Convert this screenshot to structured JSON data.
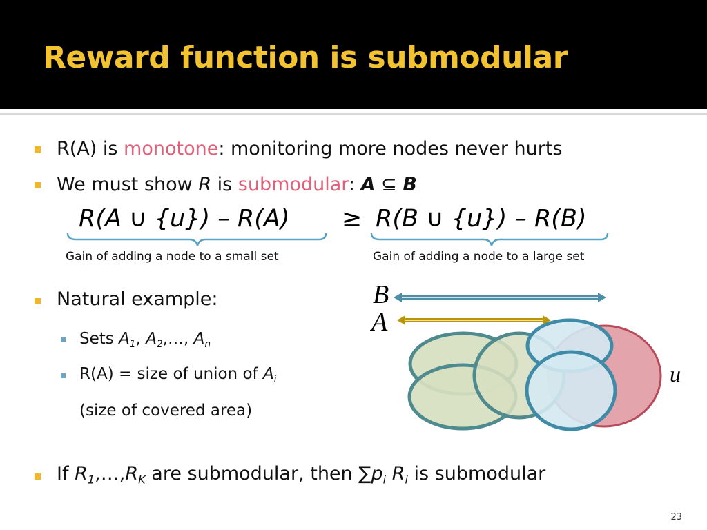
{
  "slide": {
    "title": "Reward function is submodular",
    "page_number": "23"
  },
  "bullets": {
    "b1": {
      "prefix": "R(A) is ",
      "highlight": "monotone",
      "suffix": ": monitoring more nodes never hurts"
    },
    "b2": {
      "prefix": "We must show ",
      "var": "R",
      "mid": " is ",
      "highlight": "submodular",
      "colon": ":",
      "setA": "A",
      "subset": "⊆",
      "setB": "B"
    },
    "equation": {
      "left": "R(A ∪ {u}) – R(A)",
      "relation": "≥",
      "right": "R(B ∪ {u}) – R(B)"
    },
    "brace_left_label": "Gain of adding a node to a small set",
    "brace_right_label": "Gain of adding a node to a large set",
    "b3": "Natural example:",
    "sub1": {
      "prefix": "Sets ",
      "a1": "A",
      "s1": "1",
      "sep1": ", ",
      "a2": "A",
      "s2": "2",
      "sep2": ",…, ",
      "an": "A",
      "sn": "n"
    },
    "sub2": {
      "prefix": "R(A) = size of union of ",
      "a": "A",
      "s": "i"
    },
    "sub2_cont": "(size of covered area)",
    "b4": {
      "prefix": "If ",
      "r1": "R",
      "s1": "1",
      "dots": ",…,",
      "rk": "R",
      "sk": "K",
      "mid": " are submodular, then ",
      "sum": "∑",
      "p": "p",
      "pi": "i",
      "r": "R",
      "ri": "i",
      "suffix": " is submodular"
    }
  },
  "diagram": {
    "label_b": "B",
    "label_a": "A",
    "label_u": "u"
  },
  "colors": {
    "title": "#f2c230",
    "highlight": "#e0607a",
    "bullet": "#f0b72a",
    "sub_bullet": "#6aa4c7",
    "brace": "#5aa3c4",
    "arrow_b": "#4d8fa8",
    "arrow_a": "#b8960a",
    "ellipse_green": "#d7dfc0",
    "ellipse_blue": "#d4e9f2",
    "ellipse_pink": "#e3a4ac"
  }
}
